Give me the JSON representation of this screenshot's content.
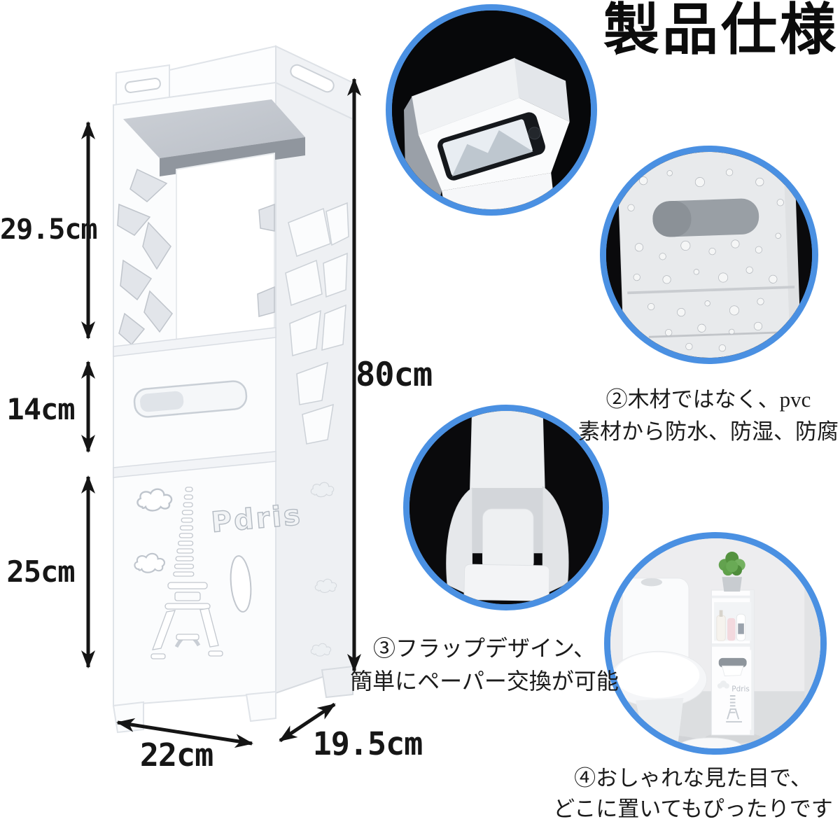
{
  "title": "製品仕様",
  "dimensions": {
    "top_section": "29.5cm",
    "middle_section": "14cm",
    "bottom_section": "25cm",
    "total_height": "80cm",
    "width": "22cm",
    "depth": "19.5cm"
  },
  "product": {
    "door_text": "Pdris"
  },
  "features": {
    "material": {
      "line1": "②木材ではなく、pvc",
      "line2": "素材から防水、防湿、防腐"
    },
    "flap": {
      "line1": "③フラップデザイン、",
      "line2": "簡単にペーパー交換が可能"
    },
    "style": {
      "line1": "④おしゃれな見た目で、",
      "line2": "どこに置いてもぴったりです"
    }
  },
  "colors": {
    "circle_border": "#4a90e2",
    "arrow": "#151515",
    "text": "#161616",
    "background": "#ffffff"
  }
}
